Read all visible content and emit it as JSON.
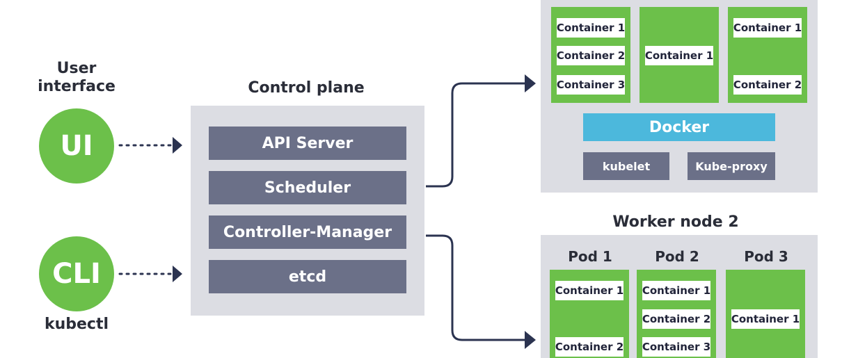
{
  "user_interface": {
    "heading_line1": "User",
    "heading_line2": "interface",
    "ui_circle": "UI",
    "cli_circle": "CLI",
    "cli_caption": "kubectl"
  },
  "control_plane": {
    "title": "Control plane",
    "components": [
      "API Server",
      "Scheduler",
      "Controller-Manager",
      "etcd"
    ]
  },
  "worker_node_1": {
    "pods": [
      {
        "containers": [
          "Container 1",
          "Container 2",
          "Container 3"
        ]
      },
      {
        "containers": [
          "Container 1"
        ]
      },
      {
        "containers": [
          "Container 1",
          "Container 2"
        ]
      }
    ],
    "runtime": "Docker",
    "kubelet": "kubelet",
    "kube_proxy": "Kube-proxy"
  },
  "worker_node_2": {
    "title": "Worker node 2",
    "pods": [
      {
        "label": "Pod 1",
        "containers": [
          "Container 1",
          "Container 2"
        ]
      },
      {
        "label": "Pod 2",
        "containers": [
          "Container 1",
          "Container 2",
          "Container 3"
        ]
      },
      {
        "label": "Pod 3",
        "containers": [
          "Container 1"
        ]
      }
    ]
  },
  "colors": {
    "pod_green": "#6cc04a",
    "component_slate": "#6b7088",
    "docker_blue": "#4cb8dc",
    "panel_gray": "#dcdde3",
    "arrow_navy": "#2b3350"
  }
}
